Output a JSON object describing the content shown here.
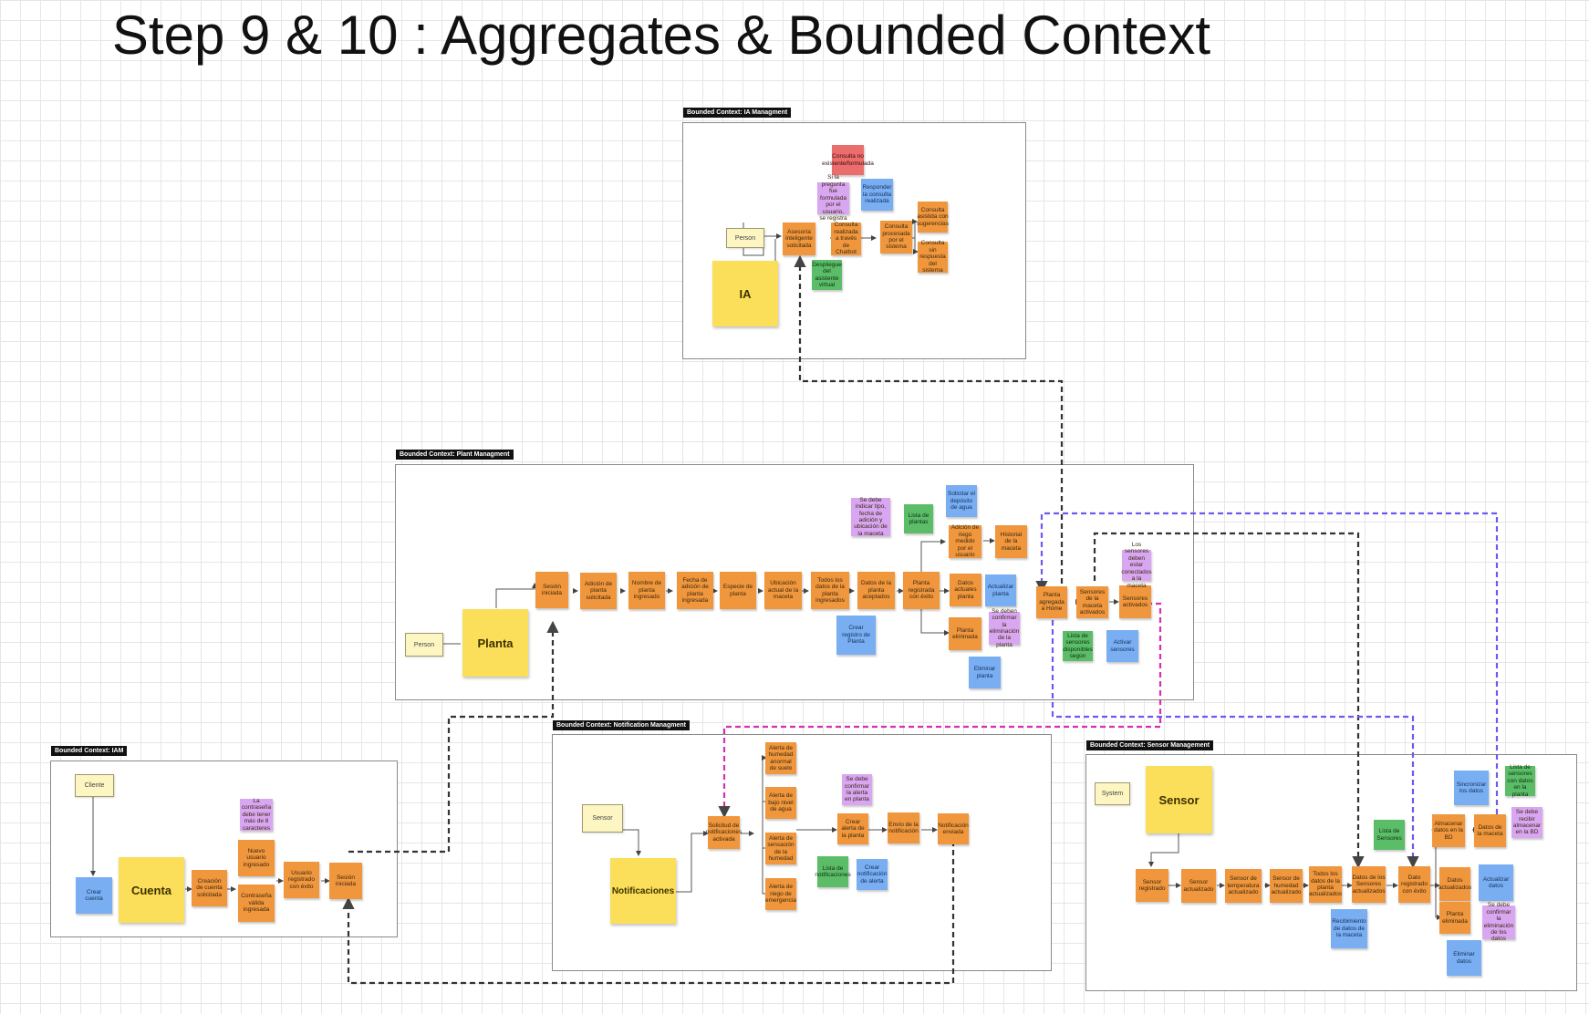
{
  "title": "Step 9 & 10 : Aggregates & Bounded Context",
  "contexts": {
    "ia": "Bounded Context: IA Managment",
    "plant": "Bounded Context: Plant Managment",
    "iam": "Bounded Context: IAM",
    "notif": "Bounded Context: Notification Managment",
    "sensor": "Bounded Context: Sensor Management"
  },
  "ia": {
    "aggregate": "IA",
    "actor": "Person",
    "n1": "Asesoría inteligente solicitada",
    "n2": "Consulta realizada a través de Chatbot",
    "n3": "Consulta procesada por el sistema",
    "n4": "Consulta asistida con sugerencias",
    "n5": "Consulta sin respuesta del sistema",
    "red": "Consulta no existente/formulada",
    "purple": "Si la pregunta fue formulada por el usuario, se registra",
    "blue": "Responder la consulta realizada",
    "green": "Despliegue del asistente virtual"
  },
  "plant": {
    "aggregate": "Planta",
    "actor": "Person",
    "n1": "Sesión iniciada",
    "n2": "Adición de planta solicitada",
    "n3": "Nombre de planta ingresado",
    "n4": "Fecha de adición de planta ingresada",
    "n5": "Especie de planta",
    "n6": "Ubicación actual de la maceta",
    "n7": "Todos los datos de la planta ingresados",
    "n8": "Datos de la planta aceptados",
    "n9": "Planta registrada con éxito",
    "n10": "Datos actuales planta",
    "n11": "Adición de riego medido por el usuario",
    "n12": "Planta eliminada",
    "n13": "Historial de la maceta",
    "p1": "Se debe indicar tipo, fecha de adición y ubicación de la maceta",
    "p2": "Se deben confirmar la eliminación de la planta",
    "g1": "Lista de plantas",
    "b1": "Crear registro de Planta",
    "b2": "Actualizar planta",
    "b3": "Eliminar planta",
    "b4": "Solicitar el depósito de agua",
    "r1": "Planta agregada a Home",
    "r2": "Sensores de la maceta activados",
    "r3": "Sensores activados",
    "rp": "Los sensores deben estar conectados a la maceta",
    "rg": "Lista de sensores disponibles según",
    "rb": "Activar sensores"
  },
  "iam": {
    "aggregate": "Cuenta",
    "actor": "Cliente",
    "b1": "Crear cuenta",
    "n1": "Creación de cuenta solicitada",
    "n2": "Nuevo usuario ingresado",
    "n3": "Contraseña válida ingresada",
    "n4": "Usuario registrado con éxito",
    "n5": "Sesión iniciada",
    "p1": "La contraseña debe tener más de 8 caracteres"
  },
  "notif": {
    "aggregate": "Notificaciones",
    "actor": "Sensor",
    "n1": "Solicitud de notificaciones activada",
    "n2": "Alerta de humedad anormal de suelo",
    "n3": "Alerta de bajo nivel de agua",
    "n4": "Alerta de sensación de la humedad",
    "n5": "Alerta de riego de emergencia",
    "n6": "Crear alerta de la planta",
    "n7": "Envío de la notificación",
    "n8": "Notificación enviada",
    "p1": "Se debe confirmar la alerta en planta",
    "g1": "Lista de notificaciones",
    "b1": "Crear notificación de alerta"
  },
  "sensor": {
    "aggregate": "Sensor",
    "actor": "System",
    "n1": "Sensor registrado",
    "n2": "Sensor actualizado",
    "n3": "Sensor de temperatura actualizado",
    "n4": "Sensor de humedad actualizado",
    "n5": "Todos los datos de la planta actualizados",
    "n6": "Datos de los Sensores actualizados",
    "n7": "Dato registrado con éxito",
    "n8": "Almacenar datos en la BD",
    "n9": "Datos de la maceta",
    "n10": "Datos actualizados",
    "n11": "Planta eliminada",
    "g1": "Lista de Sensores",
    "g2": "Lista de sensores con datos en la planta",
    "p1": "Se debe confirmar la eliminación de los datos",
    "p2": "Se debe recibir almacenar en la BD",
    "b1": "Recibimiento de datos de la maceta",
    "b2": "Sincronizar los datos",
    "b3": "Actualizar datos",
    "b4": "Eliminar datos"
  }
}
